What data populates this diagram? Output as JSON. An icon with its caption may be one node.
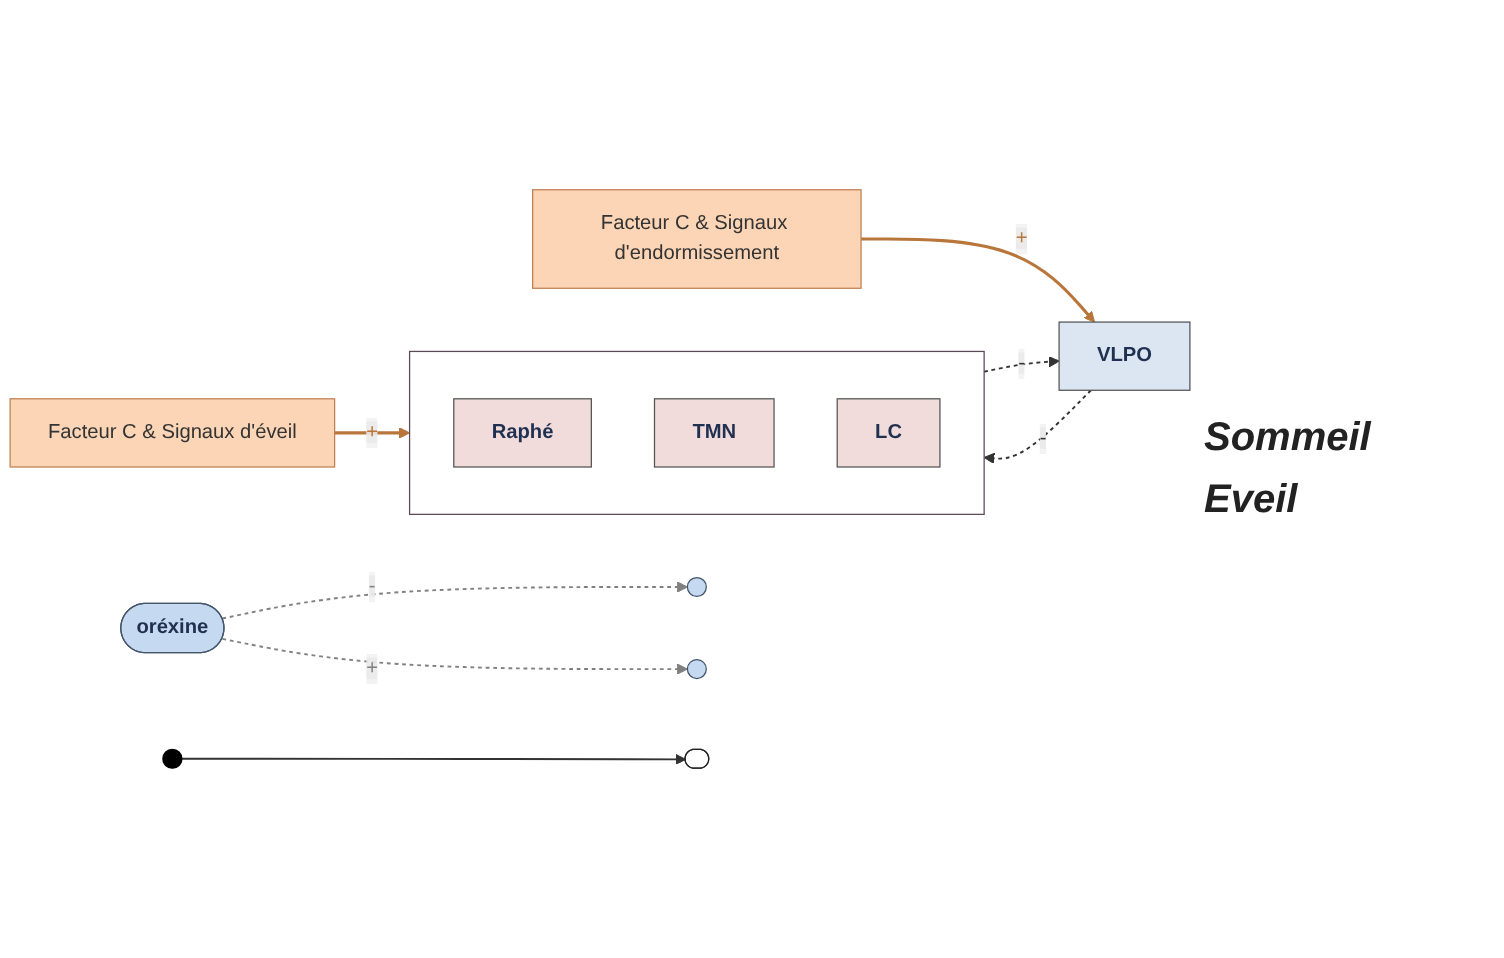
{
  "diagram": {
    "nodes": [
      {
        "text": [
          "Facteur C & Signaux d'endormissement"
        ]
      },
      {
        "text": [
          "VLPO"
        ]
      },
      {
        "text": [],
        "shape": "circle"
      },
      {
        "text": [
          "oréxine"
        ]
      },
      {
        "text": [],
        "shape": "circle"
      },
      {
        "text": [],
        "shape": "box"
      },
      {
        "text": [
          "Raphé"
        ],
        "in": 5
      },
      {
        "text": [
          "TMN"
        ],
        "in": 5
      },
      {
        "text": [
          "LC"
        ],
        "in": 5
      },
      {
        "text": [
          "Facteur C & Signaux d'éveil"
        ]
      },
      {
        "text": [],
        "shape": "arc"
      },
      {
        "text": [],
        "shape": "circle"
      }
    ],
    "edges": [
      {
        "from": 0,
        "to": 1,
        "arrow": "to",
        "label": "+",
        "color": "#b8763a"
      },
      {
        "from": 9,
        "to": 5,
        "arrow": "to",
        "label": "+",
        "color": "#b8763a"
      },
      {
        "from": 1,
        "to": 5,
        "arrow": "to",
        "label": "-",
        "style": "dashed"
      },
      {
        "from": 5,
        "to": 1,
        "arrow": "to",
        "label": "-",
        "style": "dashed"
      },
      {
        "from": 3,
        "to": 2,
        "arrow": "to",
        "label": "-",
        "style": "dashed",
        "color": "#808080"
      },
      {
        "from": 3,
        "to": 4,
        "arrow": "to",
        "label": "+",
        "style": "dashed",
        "color": "#808080"
      },
      {
        "from": 11,
        "to": 10,
        "arrow": "to"
      }
    ],
    "labels": [
      "Sommeil",
      "Eveil"
    ]
  }
}
